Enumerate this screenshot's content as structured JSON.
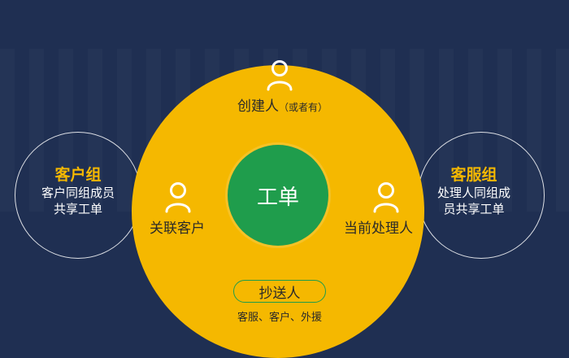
{
  "diagram": {
    "center": {
      "label": "工单"
    },
    "roles": {
      "creator": {
        "label": "创建人",
        "sub": "（或者有）",
        "icon": "person-icon"
      },
      "related_customer": {
        "label": "关联客户",
        "icon": "person-icon"
      },
      "current_handler": {
        "label": "当前处理人",
        "icon": "person-icon"
      }
    },
    "cc": {
      "label": "抄送人",
      "desc": "客服、客户、外援"
    },
    "customer_group": {
      "title": "客户组",
      "desc_line1": "客户同组成员",
      "desc_line2": "共享工单"
    },
    "service_group": {
      "title": "客服组",
      "desc_line1": "处理人同组成",
      "desc_line2": "员共享工单"
    }
  },
  "colors": {
    "background": "#1f2f52",
    "yellow": "#f5b800",
    "green": "#1f9d4c",
    "white": "#ffffff"
  }
}
